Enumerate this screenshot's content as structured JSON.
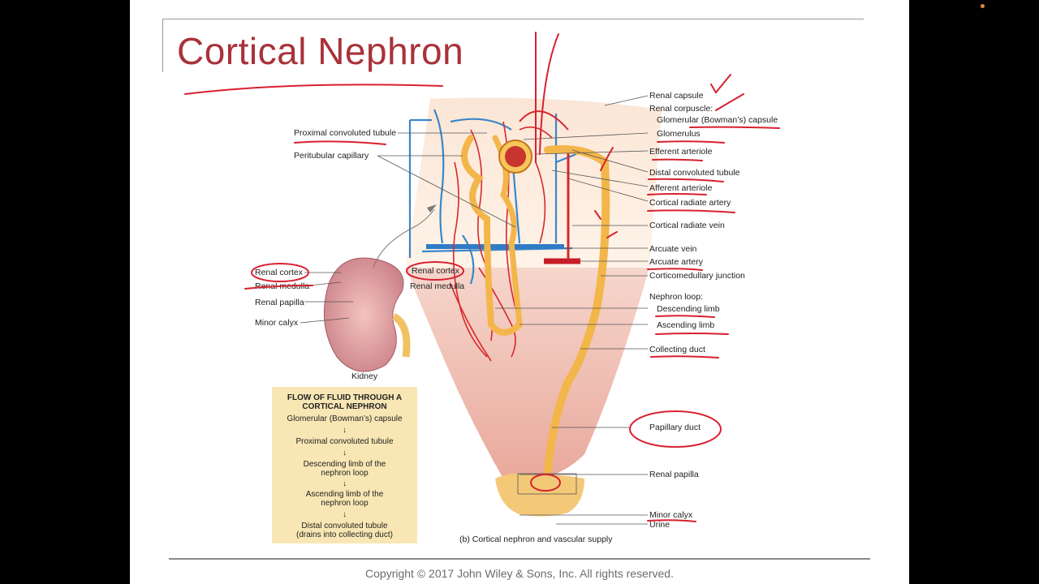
{
  "slide": {
    "title": "Cortical Nephron",
    "copyright": "Copyright © 2017 John Wiley & Sons, Inc. All rights reserved.",
    "caption": "(b) Cortical nephron and vascular supply",
    "kidney_label": "Kidney"
  },
  "labels_right": {
    "renal_capsule": "Renal capsule",
    "renal_corpuscle": "Renal corpuscle:",
    "glomerular_capsule": "Glomerular (Bowman’s) capsule",
    "glomerulus": "Glomerulus",
    "efferent_arteriole": "Efferent arteriole",
    "distal_convoluted_tubule": "Distal convoluted tubule",
    "afferent_arteriole": "Afferent arteriole",
    "cortical_radiate_artery": "Cortical radiate artery",
    "cortical_radiate_vein": "Cortical radiate vein",
    "arcuate_vein": "Arcuate vein",
    "arcuate_artery": "Arcuate artery",
    "corticomedullary_junction": "Corticomedullary junction",
    "nephron_loop": "Nephron loop:",
    "descending_limb": "Descending limb",
    "ascending_limb": "Ascending limb",
    "collecting_duct": "Collecting duct",
    "papillary_duct": "Papillary duct",
    "renal_papilla": "Renal papilla",
    "minor_calyx": "Minor calyx",
    "urine": "Urine"
  },
  "labels_left": {
    "proximal_convoluted_tubule": "Proximal convoluted tubule",
    "peritubular_capillary": "Peritubular capillary",
    "renal_cortex": "Renal cortex",
    "renal_medulla": "Renal medulla",
    "renal_papilla": "Renal papilla",
    "minor_calyx": "Minor calyx",
    "renal_cortex_2": "Renal cortex",
    "renal_medulla_2": "Renal medulla"
  },
  "flow_box": {
    "title_line1": "FLOW OF FLUID THROUGH A",
    "title_line2": "CORTICAL NEPHRON",
    "step1": "Glomerular (Bowman’s) capsule",
    "step2": "Proximal convoluted tubule",
    "step3_line1": "Descending limb of the",
    "step3_line2": "nephron loop",
    "step4_line1": "Ascending limb of the",
    "step4_line2": "nephron loop",
    "step5_line1": "Distal convoluted tubule",
    "step5_line2": "(drains into collecting duct)",
    "arrow": "↓"
  },
  "colors": {
    "title": "#a9323a",
    "annotation_ink": "#d8202f",
    "artery": "#d8282c",
    "vein": "#3a86c8",
    "tubule": "#f3b64a",
    "medulla": "#f2c9c0",
    "flow_box_bg": "#f8e7b4"
  }
}
